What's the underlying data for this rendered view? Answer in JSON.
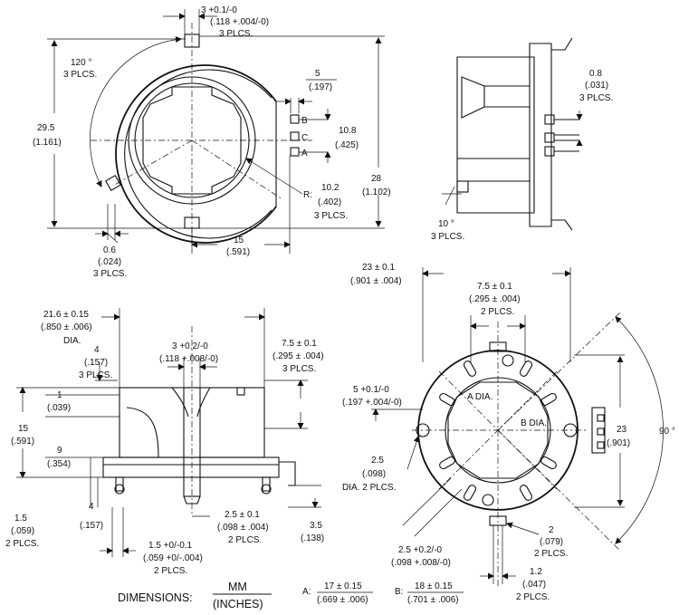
{
  "top_view": {
    "d_3": "3 +0.1/-0",
    "d_3_in": "(.118 +.004/-0)",
    "d_3_plcs": "3 PLCS.",
    "angle_120": "120 °",
    "angle_120_plcs": "3 PLCS.",
    "d_29_5": "29.5",
    "d_29_5_in": "(1.161)",
    "d_5": "5",
    "d_5_in": "(.197)",
    "pin_b": "B",
    "pin_c": "C",
    "pin_a": "A",
    "d_10_8": "10.8",
    "d_10_8_in": "(.425)",
    "d_28": "28",
    "d_28_in": "(1.102)",
    "r_label": "R:",
    "d_10_2": "10.2",
    "d_10_2_in": "(.402)",
    "d_10_2_plcs": "3 PLCS.",
    "d_15": "15",
    "d_15_in": "(.591)",
    "d_0_6": "0.6",
    "d_0_6_in": "(.024)",
    "d_0_6_plcs": "3 PLCS."
  },
  "side_view": {
    "d_0_8": "0.8",
    "d_0_8_in": "(.031)",
    "d_0_8_plcs": "3 PLCS.",
    "angle_10": "10 °",
    "angle_10_plcs": "3 PLCS."
  },
  "front_view": {
    "d_21_6": "21.6 ± 0.15",
    "d_21_6_in": "(.850 ± .006)",
    "d_21_6_dia": "DIA.",
    "d_4a": "4",
    "d_4a_in": "(.157)",
    "d_4a_plcs": "3 PLCS.",
    "d_3b": "3 +0.2/-0",
    "d_3b_in": "(.118 +.008/-0)",
    "d_7_5": "7.5 ± 0.1",
    "d_7_5_in": "(.295 ± .004)",
    "d_7_5_plcs": "3 PLCS.",
    "d_1": "1",
    "d_1_in": "(.039)",
    "d_15": "15",
    "d_15_in": "(.591)",
    "d_9": "9",
    "d_9_in": "(.354)",
    "d_1_5": "1.5",
    "d_1_5_in": "(.059)",
    "d_1_5_plcs": "2 PLCS.",
    "d_4b": "4",
    "d_4b_in": "(.157)",
    "d_2_5": "2.5 ± 0.1",
    "d_2_5_in": "(.098 ± .004)",
    "d_2_5_plcs": "2 PLCS.",
    "d_3_5": "3.5",
    "d_3_5_in": "(.138)",
    "d_1_5b": "1.5 +0/-0.1",
    "d_1_5b_in": "(.059 +0/-.004)",
    "d_1_5b_plcs": "2 PLCS."
  },
  "pcb_view": {
    "d_23a": "23 ± 0.1",
    "d_23a_in": "(.901 ± .004)",
    "d_7_5": "7.5 ± 0.1",
    "d_7_5_in": "(.295 ± .004)",
    "d_7_5_plcs": "2 PLCS.",
    "a_dia": "A DIA.",
    "b_dia": "B DIA.",
    "d_5": "5 +0.1/-0",
    "d_5_in": "(.197 +.004/-0)",
    "d_23b": "23",
    "d_23b_in": "(.901)",
    "angle_90": "90 °",
    "d_2_5": "2.5",
    "d_2_5_in": "(.098)",
    "d_2_5_plcs": "DIA. 2 PLCS.",
    "d_2": "2",
    "d_2_in": "(.079)",
    "d_2_plcs": "2 PLCS.",
    "d_2_5b": "2.5 +0.2/-0",
    "d_2_5b_in": "(.098 +.008/-0)",
    "d_1_2": "1.2",
    "d_1_2_in": "(.047)",
    "d_1_2_plcs": "2 PLCS."
  },
  "legend": {
    "dimensions": "DIMENSIONS:",
    "mm": "MM",
    "inches": "(INCHES)",
    "a_key": "A:",
    "a_val": "17 ± 0.15",
    "a_val_in": "(.669 ± .006)",
    "b_key": "B:",
    "b_val": "18 ± 0.15",
    "b_val_in": "(.701 ± .006)"
  }
}
